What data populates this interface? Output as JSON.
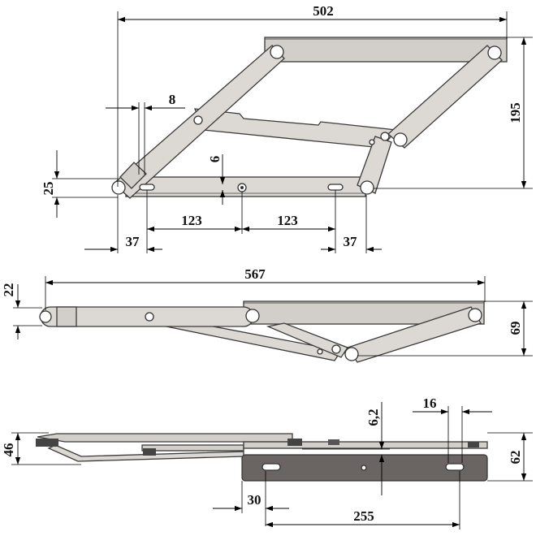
{
  "views": {
    "top": {
      "dims": {
        "overall_width": "502",
        "pivot_offset": "8",
        "height": "195",
        "rail_height": "25",
        "slot_offset": "6",
        "left_to_center": "123",
        "center_to_right": "123",
        "left_end": "37",
        "right_end": "37"
      }
    },
    "middle": {
      "dims": {
        "extended_length": "567",
        "arm_height": "22",
        "folded_height": "69"
      }
    },
    "bottom": {
      "dims": {
        "bracket_offset": "6,2",
        "slot_length": "16",
        "folded_height": "46",
        "bracket_height": "62",
        "slot_start": "30",
        "slot_span": "255"
      }
    }
  }
}
